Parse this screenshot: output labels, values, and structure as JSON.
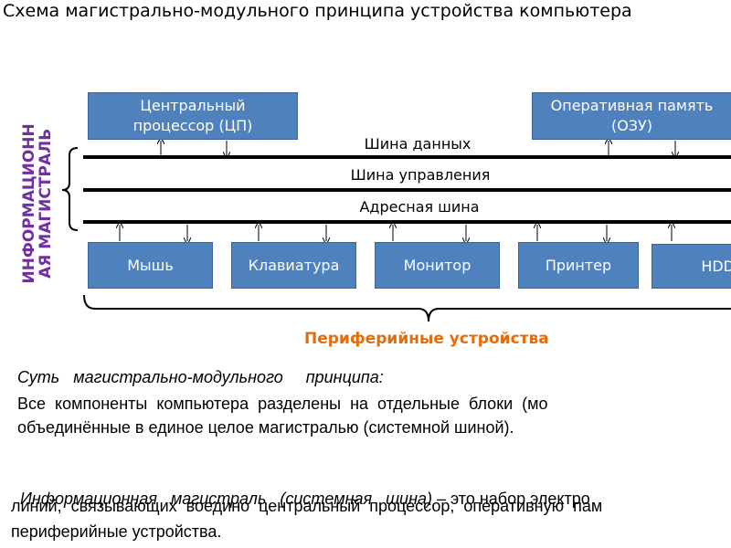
{
  "title": "Схема магистрально-модульного принципа устройства компьютера",
  "side_label": "ИНФОРМАЦИОННАЯ МАГИСТРАЛЬ",
  "side_label_lines": [
    "ИНФОРМАЦИОНН",
    "АЯ МАГИСТРАЛЬ"
  ],
  "top_boxes": {
    "cpu": "Центральный процессор (ЦП)",
    "ram": "Оперативная память (ОЗУ)"
  },
  "buses": {
    "data": "Шина данных",
    "control": "Шина управления",
    "address": "Адресная шина"
  },
  "devices": [
    "Мышь",
    "Клавиатура",
    "Монитор",
    "Принтер",
    "HDD"
  ],
  "peripherals_label": "Периферийные устройства",
  "essence": {
    "heading": "Суть   магистрально-модульного     принципа:",
    "line1": "Все  компоненты  компьютера  разделены  на  отдельные  блоки  (мо",
    "line2": "объединённые в единое целое магистралью (системной шиной)."
  },
  "definition": {
    "term": "Информационная   магистраль   (системная   шина)",
    "line1_rest": " – это набор электро",
    "line2": "линий,  связывающих  воедино  центральный  процессор,  оперативную  пам",
    "line3": "периферийные устройства."
  },
  "colors": {
    "box_fill": "#4f81bd",
    "side_label": "#7030a0",
    "peripherals_label": "#e46c0a",
    "bus": "#000000"
  }
}
